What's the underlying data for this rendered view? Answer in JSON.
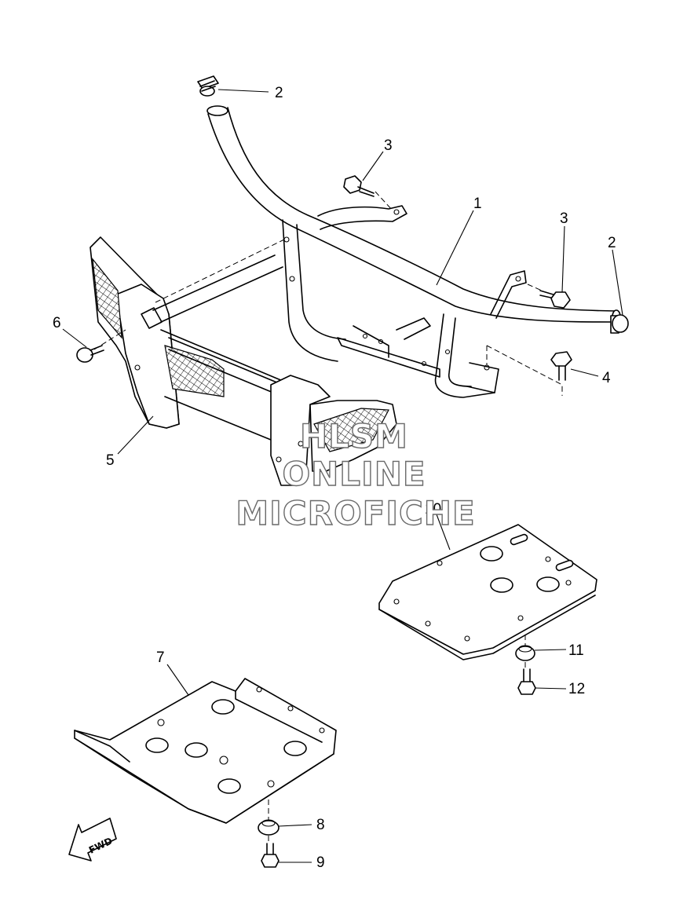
{
  "callouts": {
    "c1": "1",
    "c2a": "2",
    "c2b": "2",
    "c3a": "3",
    "c3b": "3",
    "c4": "4",
    "c5": "5",
    "c6": "6",
    "c7": "7",
    "c8": "8",
    "c9": "9",
    "c10": "10",
    "c11": "11",
    "c12": "12"
  },
  "direction_arrow": {
    "label": "FWD"
  },
  "watermark": {
    "line1": "HLSM",
    "line2": "ONLINE",
    "line3": "MICROFICHE"
  },
  "colors": {
    "line": "#000000",
    "background": "#ffffff",
    "watermark_outline": "#6a6a6a"
  }
}
